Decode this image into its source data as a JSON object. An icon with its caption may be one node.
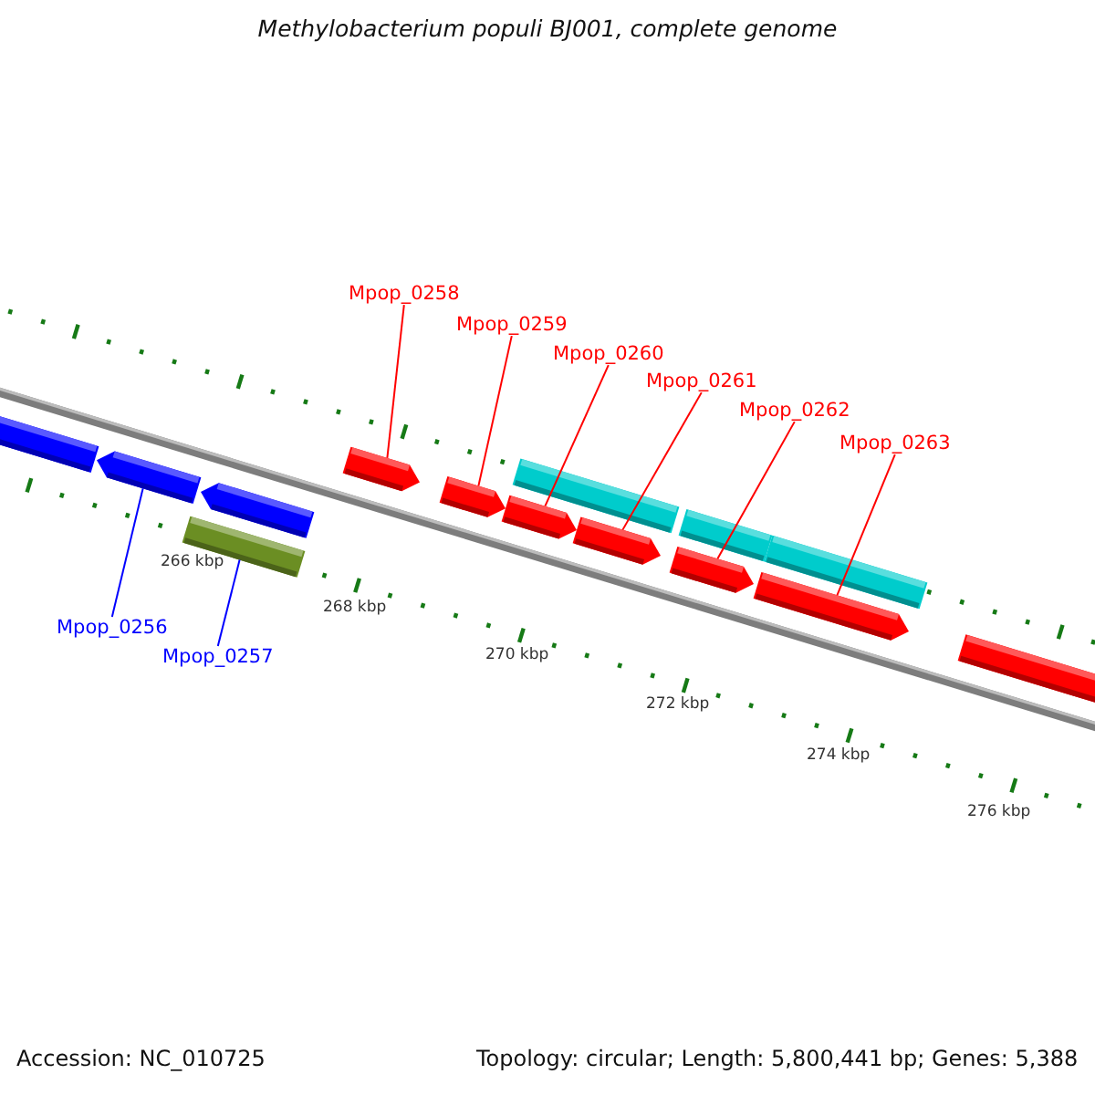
{
  "diagram": {
    "title": "Methylobacterium populi BJ001, complete genome",
    "nodes": [
      {
        "text": [
          "Mpop_0258"
        ]
      },
      {
        "text": [
          "Mpop_0259"
        ]
      },
      {
        "text": [
          "Mpop_0260"
        ]
      },
      {
        "text": [
          "Mpop_0261"
        ]
      },
      {
        "text": [
          "Mpop_0262"
        ]
      },
      {
        "text": [
          "Mpop_0263"
        ]
      },
      {
        "text": [
          "Mpop_0256"
        ]
      },
      {
        "text": [
          "Mpop_0257"
        ]
      },
      {
        "text": [],
        "shape": "bar"
      },
      {
        "text": [],
        "shape": "bar"
      },
      {
        "text": [],
        "shape": "bar"
      },
      {
        "text": [],
        "shape": "bar"
      },
      {
        "text": [],
        "shape": "bar"
      },
      {
        "text": [],
        "shape": "bar"
      },
      {
        "text": [],
        "shape": "bar"
      },
      {
        "text": [],
        "shape": "bar"
      },
      {
        "text": [],
        "shape": "bar"
      },
      {
        "text": [],
        "shape": "bar"
      },
      {
        "text": [],
        "shape": "bar"
      },
      {
        "text": [],
        "shape": "bar"
      },
      {
        "text": [],
        "shape": "bar"
      },
      {
        "text": [],
        "shape": "bar"
      }
    ],
    "edges": [
      {
        "from": 0,
        "to": 12,
        "arrow": "none"
      },
      {
        "from": 1,
        "to": 13,
        "arrow": "none"
      },
      {
        "from": 2,
        "to": 14,
        "arrow": "none"
      },
      {
        "from": 3,
        "to": 15,
        "arrow": "none"
      },
      {
        "from": 4,
        "to": 16,
        "arrow": "none"
      },
      {
        "from": 5,
        "to": 17,
        "arrow": "none"
      },
      {
        "from": 6,
        "to": 9,
        "arrow": "none",
        "color": "#0000ff"
      },
      {
        "from": 7,
        "to": 11,
        "arrow": "none",
        "color": "#0000ff"
      }
    ],
    "labels": [
      "266 kbp",
      "268 kbp",
      "270 kbp",
      "272 kbp",
      "274 kbp",
      "276 kbp",
      "Accession: NC_010725",
      "Topology: circular; Length: 5,800,441 bp; Genes: 5,388"
    ]
  }
}
